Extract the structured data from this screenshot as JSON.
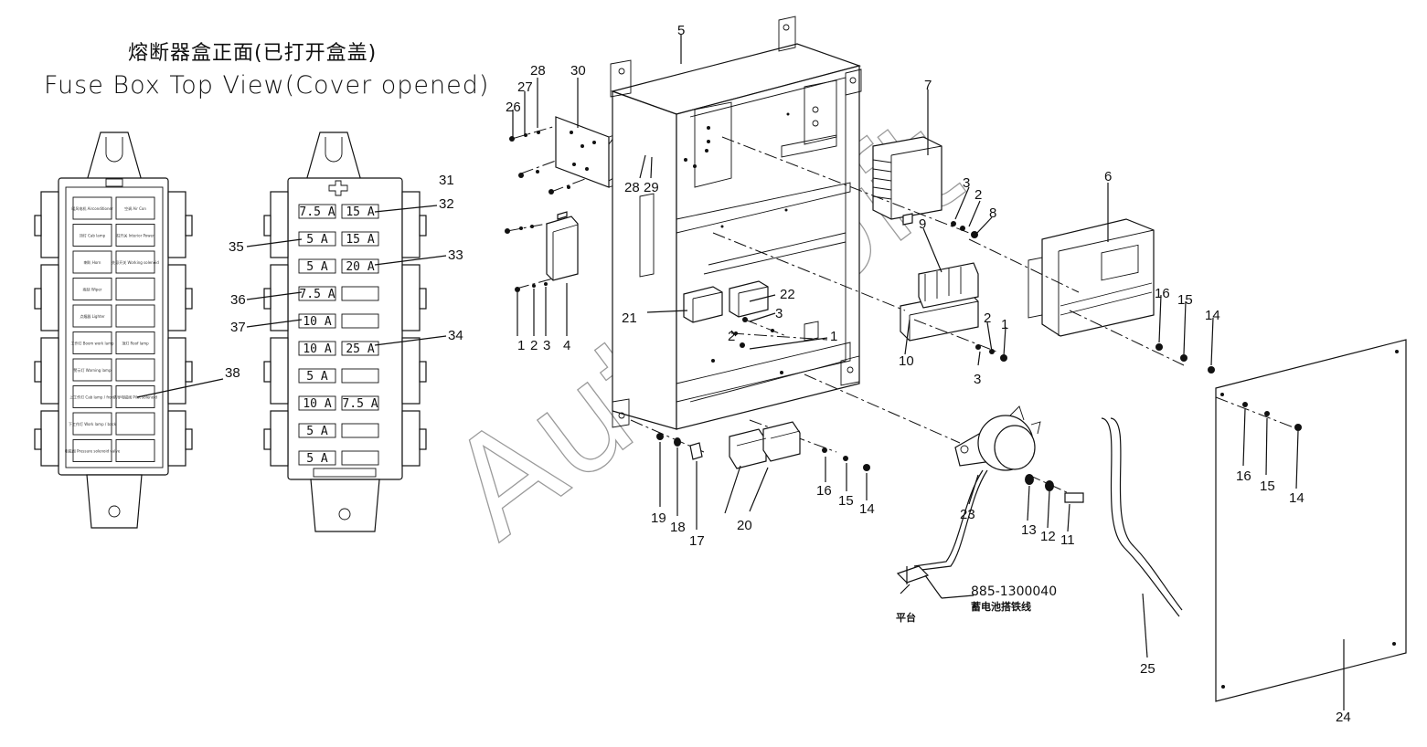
{
  "titles": {
    "chinese": "熔断器盒正面(已打开盒盖)",
    "english": "Fuse Box Top View(Cover opened)"
  },
  "fuses": [
    "7.5 A",
    "15 A",
    "5 A",
    "15 A",
    "5 A",
    "20 A",
    "7.5 A",
    "",
    "10 A",
    "",
    "10 A",
    "25 A",
    "5 A",
    "",
    "10 A",
    "7.5 A",
    "5 A",
    "",
    "5 A",
    ""
  ],
  "left_panel_labels": [
    [
      "暖风电机 Airconditioner",
      "空调 Air Con"
    ],
    [
      "顶灯 Cab lamp",
      "柱开关 Interior Power"
    ],
    [
      "喇叭 Horn",
      "先导开关 Working solenoid"
    ],
    [
      "雨刮 Wiper",
      ""
    ],
    [
      "点烟器 Lighter",
      ""
    ],
    [
      "工作灯 Boom work lamp",
      "顶灯 Roof lamp"
    ],
    [
      "警示灯 Warning lamp",
      ""
    ],
    [
      "上工作灯 Cab lamp / front",
      "先导电磁阀 Pilot solenoid"
    ],
    [
      "下工作灯 Work lamp / back",
      ""
    ],
    [
      "电磁阀 Pressure solenoid valve",
      ""
    ]
  ],
  "callouts": [
    "1",
    "2",
    "3",
    "4",
    "5",
    "6",
    "7",
    "8",
    "9",
    "10",
    "11",
    "12",
    "13",
    "14",
    "15",
    "16",
    "17",
    "18",
    "19",
    "20",
    "21",
    "22",
    "23",
    "24",
    "25",
    "26",
    "27",
    "28",
    "29",
    "30",
    "31",
    "32",
    "33",
    "34",
    "35",
    "36",
    "37",
    "38"
  ],
  "notes": {
    "part_number": "885-1300040",
    "cable_name": "蓄电池搭铁线",
    "ground_label": "平台"
  },
  "watermark": "AutoSoft"
}
